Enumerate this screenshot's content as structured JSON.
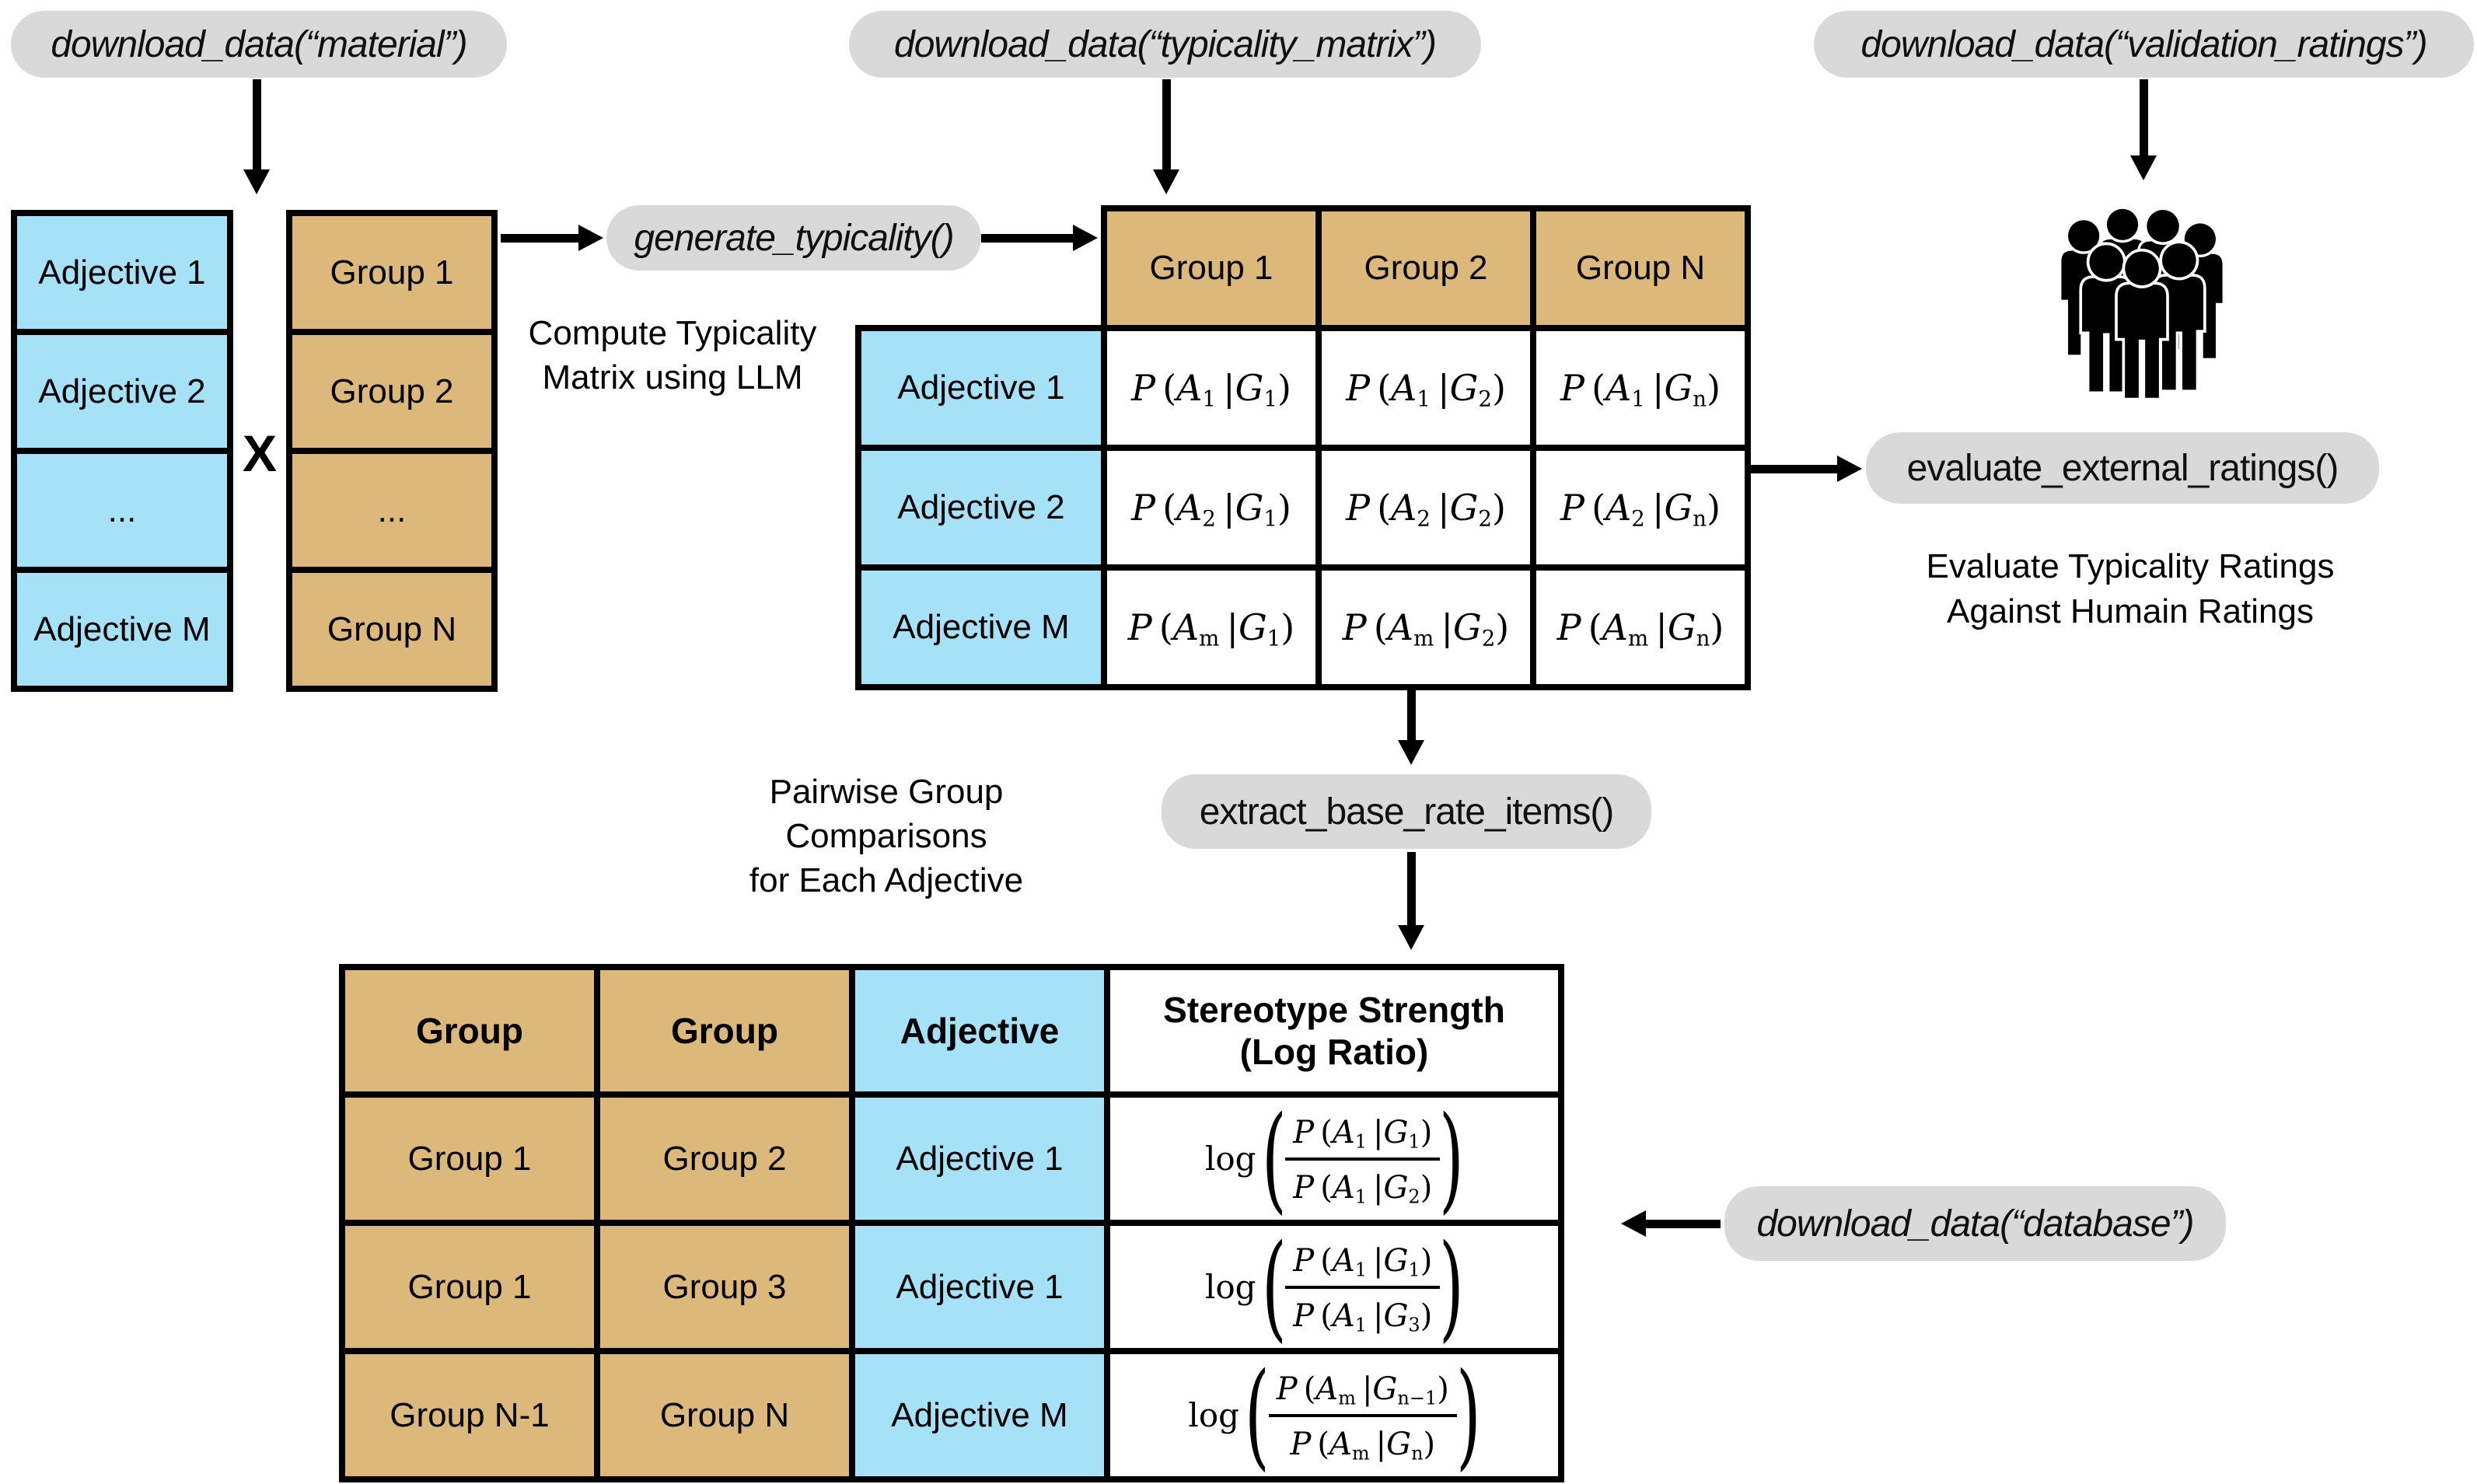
{
  "colors": {
    "blue": "#a5e1f7",
    "tan": "#dcb97b",
    "pill_bg": "#d9d9d9",
    "ink": "#000000"
  },
  "pills": {
    "material": "download_data(“material”)",
    "typicality_matrix": "download_data(“typicality_matrix”)",
    "validation_ratings": "download_data(“validation_ratings”)",
    "database": "download_data(“database”)",
    "generate": "generate_typicality()",
    "evaluate": "evaluate_external_ratings()",
    "extract": "extract_base_rate_items()"
  },
  "notes": {
    "compute": [
      "Compute Typicality",
      "Matrix using LLM"
    ],
    "pairwise": [
      "Pairwise Group Comparisons",
      "for Each Adjective"
    ],
    "evaluate": [
      "Evaluate Typicality Ratings",
      "Against Humain Ratings"
    ],
    "cross": "X"
  },
  "icons": {
    "validation": "people-icon"
  },
  "adjectives": [
    "Adjective 1",
    "Adjective 2",
    "...",
    "Adjective M"
  ],
  "groups": [
    "Group 1",
    "Group 2",
    "...",
    "Group N"
  ],
  "matrix": {
    "col_headers": [
      "Group 1",
      "Group 2",
      "Group N"
    ],
    "symbols": {
      "prob": "P",
      "adjective": "A",
      "group": "G",
      "bar": "|"
    },
    "rows": [
      {
        "label": "Adjective 1",
        "a_sub": "1",
        "g_subs": [
          "1",
          "2",
          "n"
        ]
      },
      {
        "label": "Adjective 2",
        "a_sub": "2",
        "g_subs": [
          "1",
          "2",
          "n"
        ]
      },
      {
        "label": "Adjective M",
        "a_sub": "m",
        "g_subs": [
          "1",
          "2",
          "n"
        ]
      }
    ]
  },
  "base_rate_table": {
    "col_headers": [
      "Group",
      "Group",
      "Adjective",
      "Stereotype Strength\n(Log Ratio)"
    ],
    "log_label": "log",
    "rows": [
      {
        "group_a": "Group 1",
        "group_b": "Group 2",
        "adjective": "Adjective 1",
        "log": {
          "num": {
            "a": "1",
            "g": "1"
          },
          "den": {
            "a": "1",
            "g": "2"
          }
        }
      },
      {
        "group_a": "Group 1",
        "group_b": "Group 3",
        "adjective": "Adjective 1",
        "log": {
          "num": {
            "a": "1",
            "g": "1"
          },
          "den": {
            "a": "1",
            "g": "3"
          }
        }
      },
      {
        "group_a": "Group N-1",
        "group_b": "Group N",
        "adjective": "Adjective M",
        "log": {
          "num": {
            "a": "m",
            "g": "n−1"
          },
          "den": {
            "a": "m",
            "g": "n"
          }
        }
      }
    ]
  }
}
